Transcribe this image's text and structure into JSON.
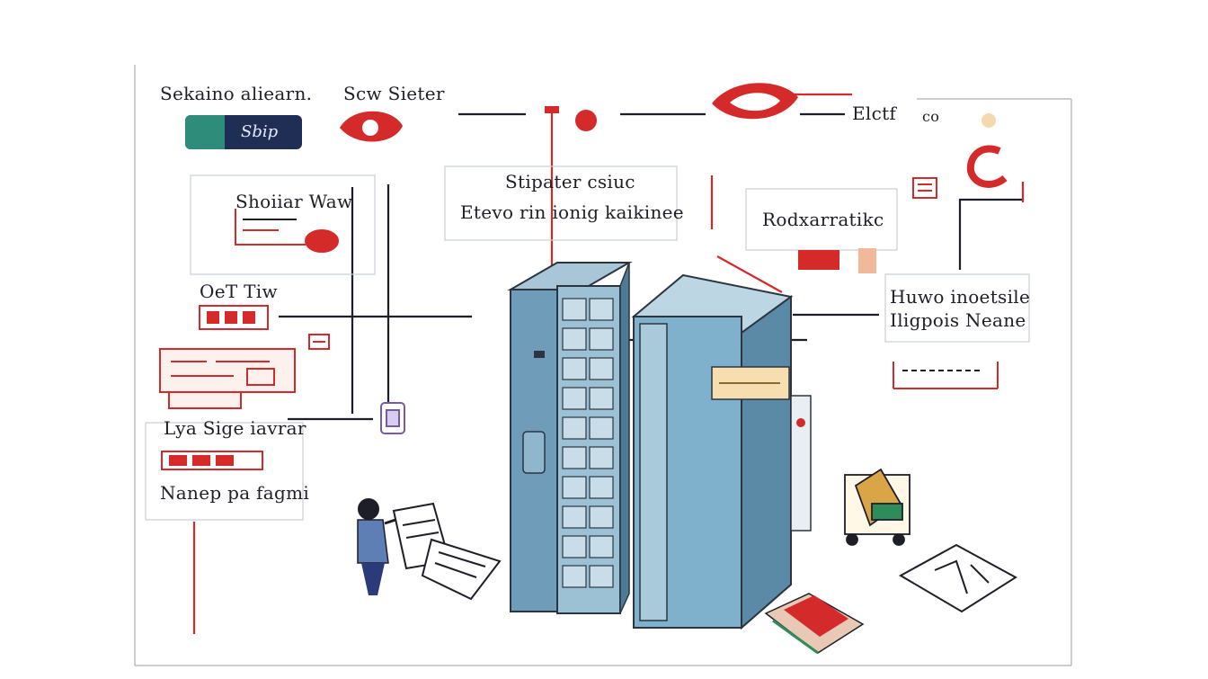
{
  "labels": {
    "top_left": "Sekaino aliearn.",
    "pill": "Sbip",
    "top_mid": "Scw Sieter",
    "top_right": "Elctf",
    "top_right_small": "co",
    "center_line1": "Stipater csiuc",
    "center_line2": "Etevo rin ionig kaikinee",
    "left_box": "Shoiiar Waw",
    "right_mid": "Rodxarratikc",
    "right_box_line1": "Huwo inoetsile",
    "right_box_line2": "Iligpois Neane",
    "left_small": "OeT Tiw",
    "left_lower": "Lya Sige iavrar",
    "left_bottom": "Nanep pa fagmi"
  },
  "colors": {
    "accent": "#d42a2a",
    "server_body": "#6f9cb8",
    "server_front": "#7fb1cc",
    "line": "#1e1e28"
  }
}
